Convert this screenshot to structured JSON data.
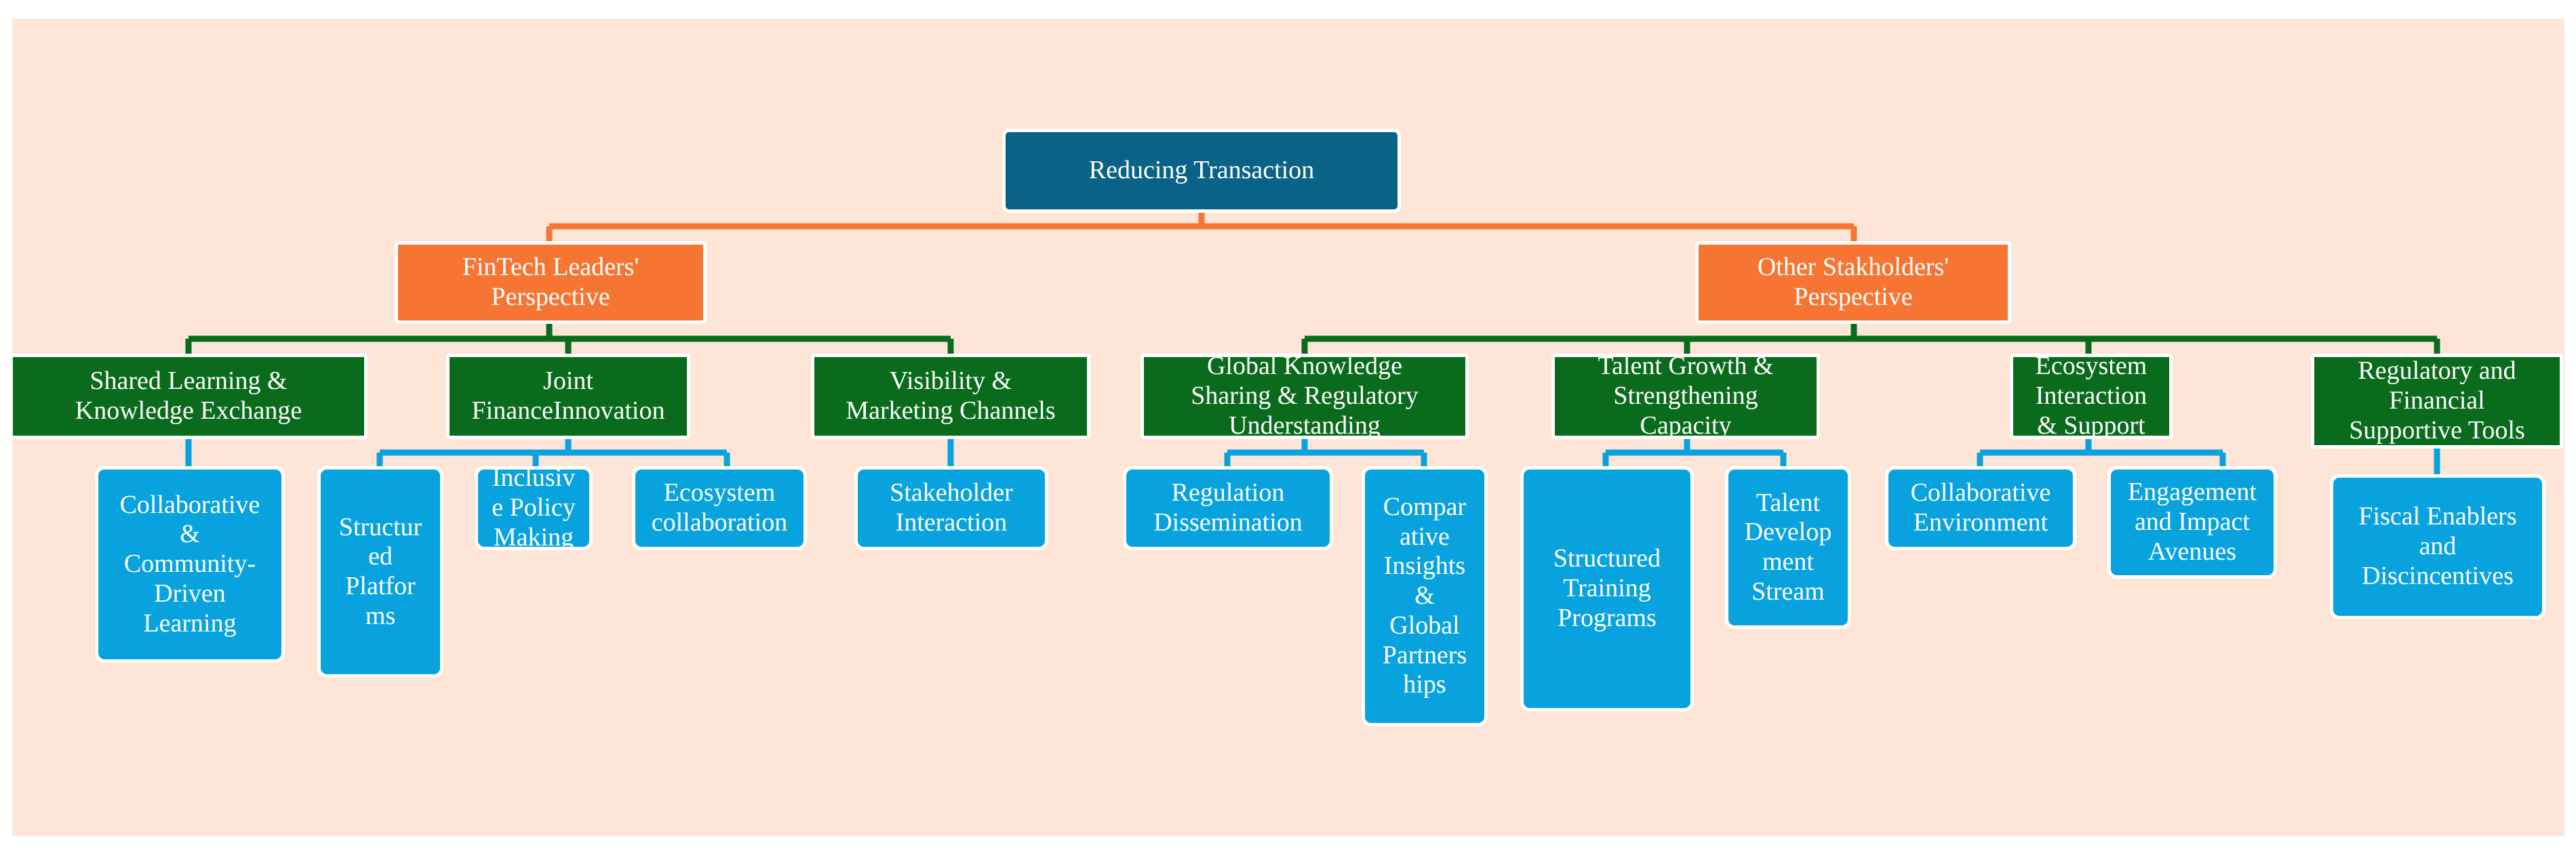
{
  "colors": {
    "background": "#fde5d8",
    "root": "#0a6286",
    "perspective": "#f77532",
    "category": "#0a6b1d",
    "leaf": "#08a3de",
    "connector_orange": "#f77532",
    "connector_green": "#0a6b1d",
    "connector_blue": "#08a3de"
  },
  "root": {
    "label": "Reducing Transaction"
  },
  "perspectives": [
    {
      "label": "FinTech Leaders'\nPerspective"
    },
    {
      "label": "Other Stakholders'\nPerspective"
    }
  ],
  "categories": [
    {
      "label": "Shared Learning &\nKnowledge Exchange"
    },
    {
      "label": "Joint\nFinanceInnovation"
    },
    {
      "label": "Visibility &\nMarketing Channels"
    },
    {
      "label": "Global Knowledge\nSharing & Regulatory\nUnderstanding"
    },
    {
      "label": "Talent Growth &\nStrengthening\nCapacity"
    },
    {
      "label": "Ecosystem\nInteraction\n& Support"
    },
    {
      "label": "Regulatory and\nFinancial\nSupportive Tools"
    }
  ],
  "leaves": [
    {
      "label": "Collaborative\n&\nCommunity-\nDriven\nLearning"
    },
    {
      "label": "Structur\ned\nPlatfor\nms"
    },
    {
      "label": "Inclusiv\ne Policy\nMaking"
    },
    {
      "label": "Ecosystem\ncollaboration"
    },
    {
      "label": "Stakeholder\nInteraction"
    },
    {
      "label": "Regulation\nDissemination"
    },
    {
      "label": "Compar\native\nInsights\n&\nGlobal\nPartners\nhips"
    },
    {
      "label": "Structured\nTraining\nPrograms"
    },
    {
      "label": "Talent\nDevelop\nment\nStream"
    },
    {
      "label": "Collaborative\nEnvironment"
    },
    {
      "label": "Engagement\nand Impact\nAvenues"
    },
    {
      "label": "Fiscal Enablers\nand\nDiscincentives"
    }
  ]
}
